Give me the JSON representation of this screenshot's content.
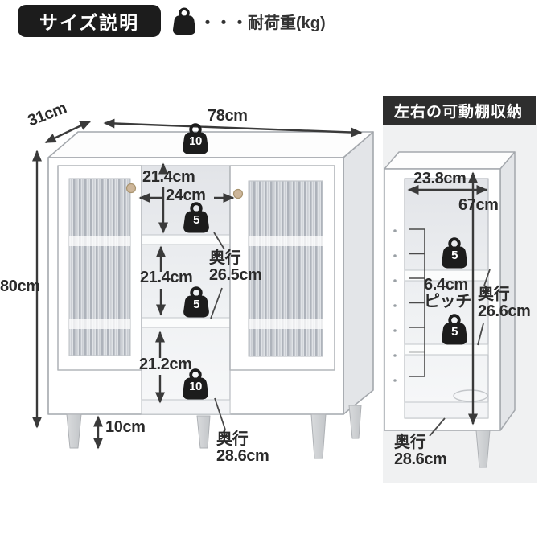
{
  "header": {
    "title": "サイズ説明",
    "legend_text": "・・・耐荷重(kg)",
    "legend_icon": "weight-bag-icon"
  },
  "colors": {
    "badge_black": "#1c1c1c",
    "side_header_bg": "#2e2e2e",
    "panel_bg": "#f0f1f2",
    "text": "#2b2b2b",
    "arrow": "#3a3a3a",
    "knob": "#c9b28f",
    "glass_stripe": "#aeb3bb"
  },
  "main_diagram": {
    "top_width": "78cm",
    "depth": "31cm",
    "height": "80cm",
    "leg_height": "10cm",
    "knob_gap": "24cm",
    "top_load": "10",
    "sections": [
      {
        "height": "21.4cm",
        "load": "5"
      },
      {
        "height": "21.4cm",
        "load": "5"
      },
      {
        "height": "21.2cm",
        "load": "10"
      }
    ],
    "shelf_depth": {
      "line1": "奥行",
      "line2": "26.5cm"
    },
    "base_depth": {
      "line1": "奥行",
      "line2": "28.6cm"
    }
  },
  "side_diagram": {
    "title": "左右の可動棚収納",
    "inner_width": "23.8cm",
    "inner_height": "67cm",
    "pitch": {
      "line1": "6.4cm",
      "line2": "ピッチ"
    },
    "shelf_loads": [
      "5",
      "5"
    ],
    "shelf_depth": {
      "line1": "奥行",
      "line2": "26.6cm"
    },
    "base_depth": {
      "line1": "奥行",
      "line2": "28.6cm"
    }
  }
}
